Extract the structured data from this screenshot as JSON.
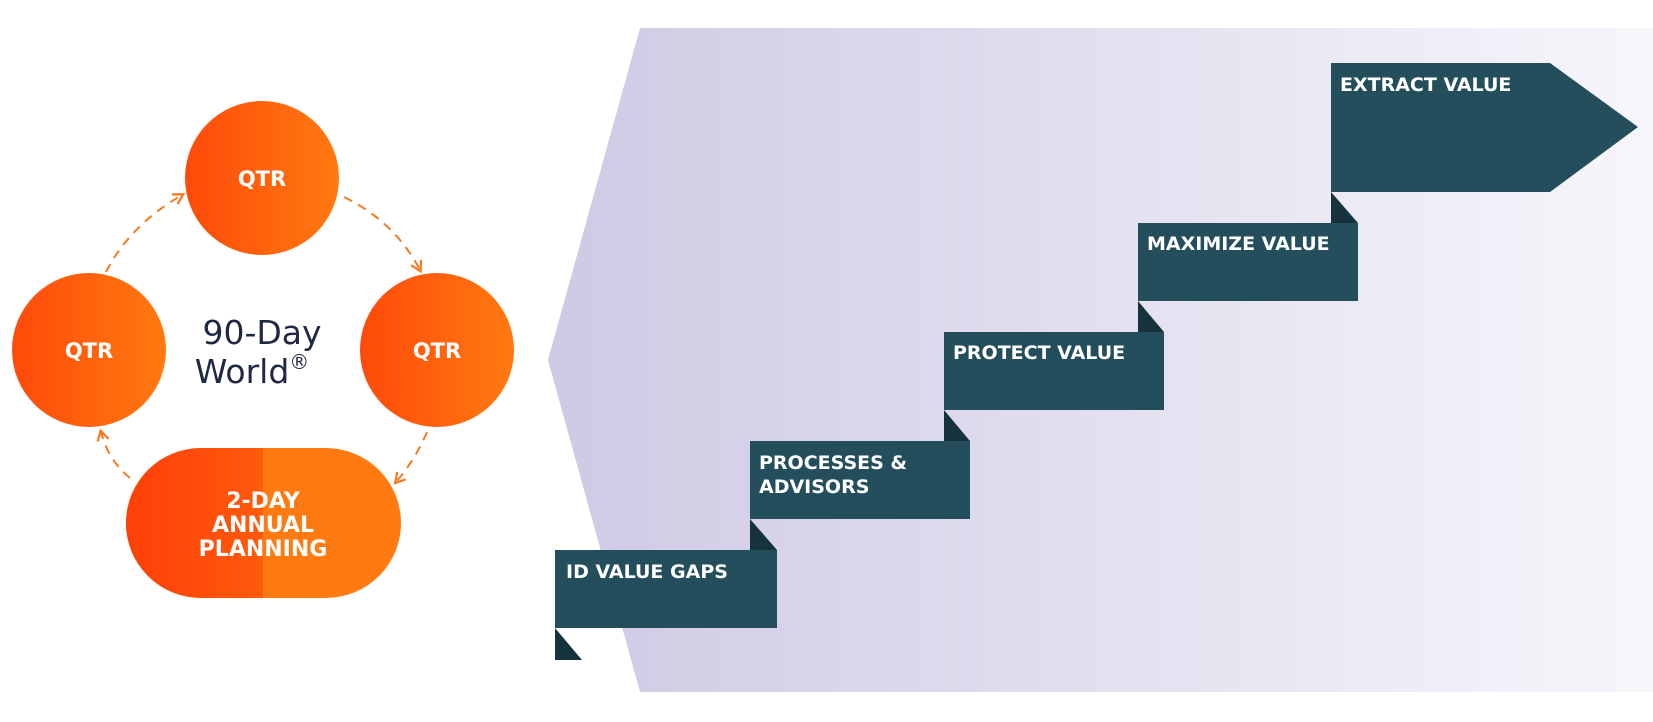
{
  "cycle": {
    "title_line1": "90-Day",
    "title_line2": "World",
    "title_mark": "®",
    "top_label": "QTR",
    "left_label": "QTR",
    "right_label": "QTR",
    "planning_line1": "2-DAY",
    "planning_line2": "ANNUAL",
    "planning_line3": "PLANNING"
  },
  "stairs": {
    "steps": [
      {
        "line1": "ID VALUE GAPS",
        "line2": ""
      },
      {
        "line1": "PROCESSES &",
        "line2": "ADVISORS"
      },
      {
        "line1": "PROTECT VALUE",
        "line2": ""
      },
      {
        "line1": "MAXIMIZE VALUE",
        "line2": ""
      },
      {
        "line1": "EXTRACT VALUE",
        "line2": ""
      }
    ]
  },
  "colors": {
    "orange_start": "#ff4a0a",
    "orange_end": "#ff7a10",
    "step_fill": "#254e5d",
    "step_fold": "#16323d",
    "background_arrow_left": "#cfc9e4",
    "background_arrow_right": "#f7f6fb",
    "title_text": "#1e2a44"
  }
}
